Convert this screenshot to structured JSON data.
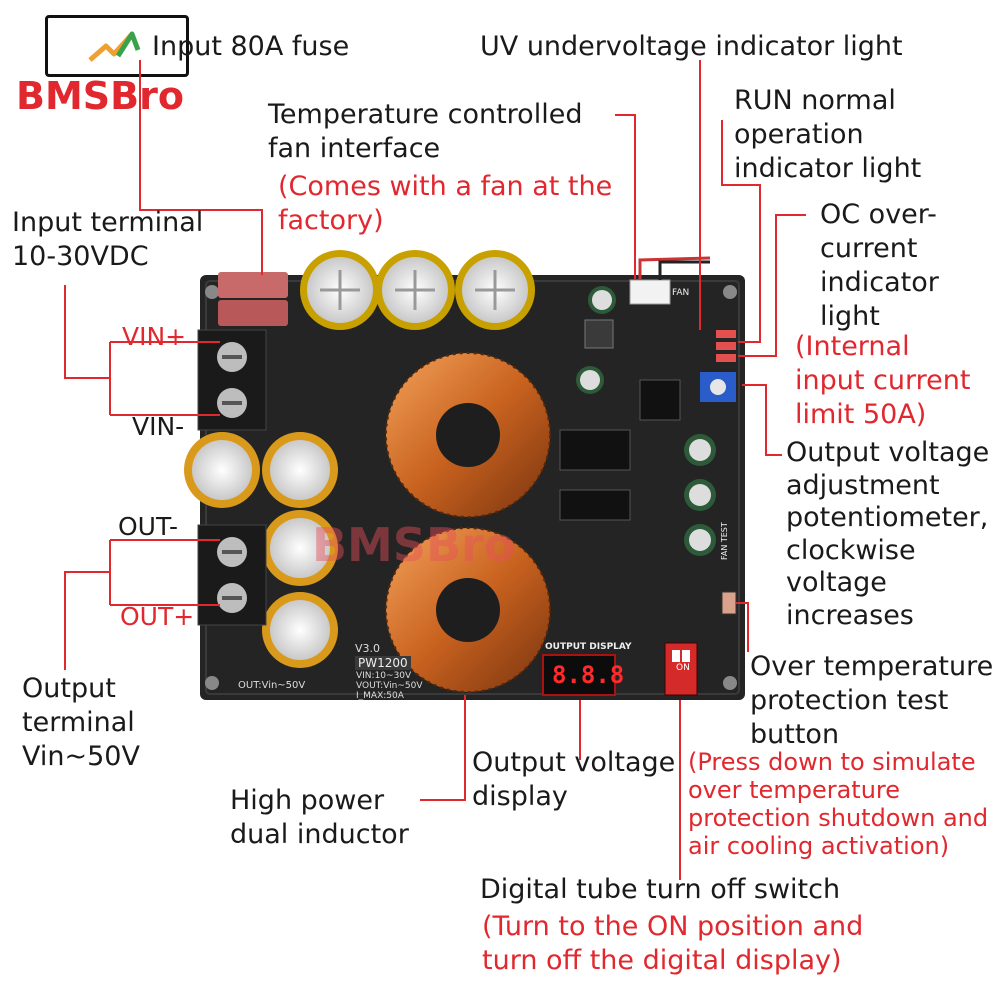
{
  "brand": {
    "logo_text": "BMSBro",
    "watermark": "BMSBro"
  },
  "board": {
    "silk_model": "PW1200",
    "silk_version": "V3.0",
    "silk_specs": [
      "VIN:10~30V",
      "VOUT:Vin~50V",
      "I_MAX:50A"
    ],
    "silk_out": "OUT:Vin~50V",
    "silk_output_display": "OUTPUT DISPLAY",
    "silk_fan": "FAN",
    "silk_fan_test": "FAN TEST",
    "silk_on": "ON",
    "seven_seg": "8.8.8"
  },
  "labels": {
    "fuse": "Input 80A fuse",
    "uv": "UV undervoltage indicator light",
    "run": "RUN normal\noperation\nindicator light",
    "fan_interface": "Temperature controlled\nfan interface",
    "fan_note": "(Comes with a fan at the\nfactory)",
    "input_terminal": "Input terminal\n10-30VDC",
    "vin_plus": "VIN+",
    "vin_minus": "VIN-",
    "oc": "OC over-\ncurrent\nindicator\nlight",
    "oc_note": "(Internal\ninput current\nlimit 50A)",
    "pot": "Output voltage\nadjustment\npotentiometer,\nclockwise\nvoltage\nincreases",
    "out_minus": "OUT-",
    "out_plus": "OUT+",
    "output_terminal": "Output\nterminal\nVin~50V",
    "over_temp": "Over temperature\nprotection test\nbutton",
    "over_temp_note": "(Press down to simulate\nover temperature\nprotection shutdown and\nair cooling activation)",
    "output_display": "Output voltage\ndisplay",
    "inductor": "High power\ndual inductor",
    "digital_switch": "Digital tube turn off switch",
    "digital_switch_note": "(Turn to the ON position and\nturn off the digital display)"
  }
}
